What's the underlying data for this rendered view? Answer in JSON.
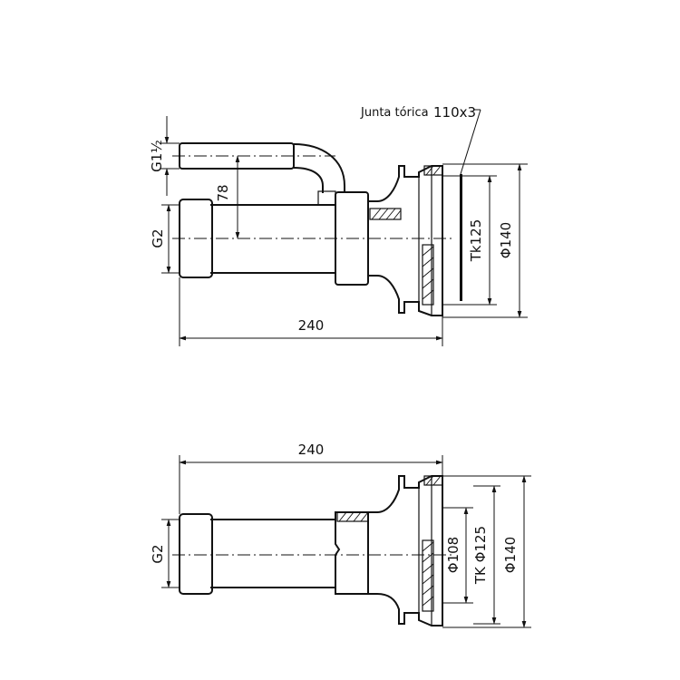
{
  "top_view": {
    "oring_label": "Junta tórica",
    "oring_size": "110x3",
    "thread_small": "G1½",
    "offset": "78",
    "thread_main": "G2",
    "tk": "Tk125",
    "diameter_outer": "Φ140",
    "length": "240"
  },
  "bottom_view": {
    "length": "240",
    "thread_main": "G2",
    "diameter_inner": "Φ108",
    "tk": "TK Φ125",
    "diameter_outer": "Φ140"
  }
}
